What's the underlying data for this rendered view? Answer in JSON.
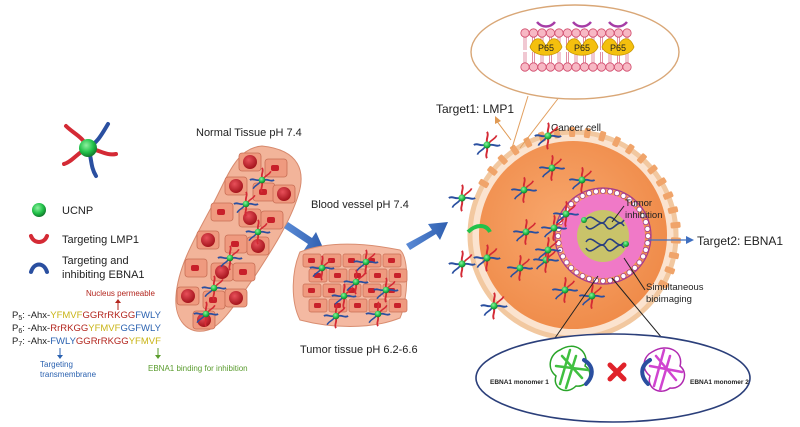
{
  "legend": {
    "ucnp": "UCNP",
    "lmp1": "Targeting LMP1",
    "ebna1_line1": "Targeting and",
    "ebna1_line2": "inhibiting EBNA1"
  },
  "labels": {
    "normal_tissue": "Normal Tissue pH 7.4",
    "blood_vessel": "Blood vessel pH 7.4",
    "tumor_tissue": "Tumor tissue pH 6.2-6.6",
    "target1": "Target1: LMP1",
    "cancer_cell": "Cancer cell",
    "tumor_inhibition_1": "Tumor",
    "tumor_inhibition_2": "inhibition",
    "target2": "Target2: EBNA1",
    "simultaneous_1": "Simultaneous",
    "simultaneous_2": "bioimaging",
    "p65": "P65",
    "ebna1_monomer1": "EBNA1 monomer 1",
    "ebna1_monomer2": "EBNA1 monomer 2"
  },
  "peptides": {
    "nucleus_permeable": "Nucleus permeable",
    "targeting_transmembrane_1": "Targeting",
    "targeting_transmembrane_2": "transmembrane",
    "ebna1_binding": "EBNA1 binding for inhibition",
    "p5_label": "P",
    "p5_sub": "5",
    "p5_prefix": ": -Ahx-",
    "p5_a": "YFMVF",
    "p5_b": "GGRrRKGG",
    "p5_c": "FWLY",
    "p6_label": "P",
    "p6_sub": "6",
    "p6_prefix": ": -Ahx-",
    "p6_a": "RrRKGG",
    "p6_b": "YFMVF",
    "p6_c": "GGFWLY",
    "p7_label": "P",
    "p7_sub": "7",
    "p7_prefix": ": -Ahx-",
    "p7_a": "FWLY",
    "p7_b": "GGRrRKGG",
    "p7_c": "YFMVF"
  },
  "colors": {
    "ucnp_green": "#22c24a",
    "lmp1_red": "#d42a35",
    "ebna1_blue": "#2a4fa0",
    "arrow_blue": "#3f6fc0",
    "tissue_fill": "#f2b49a",
    "cell_fill": "#ef9a7f",
    "nucleus_red": "#c8202a",
    "membrane_pink": "#f7b8c4",
    "cancer_orange": "#f29559",
    "nucleus_pink": "#f079c7",
    "peptide_yellow": "#c9b416",
    "peptide_red": "#b3261e",
    "peptide_blue": "#2b62b0",
    "green_text": "#5a9c2e"
  }
}
